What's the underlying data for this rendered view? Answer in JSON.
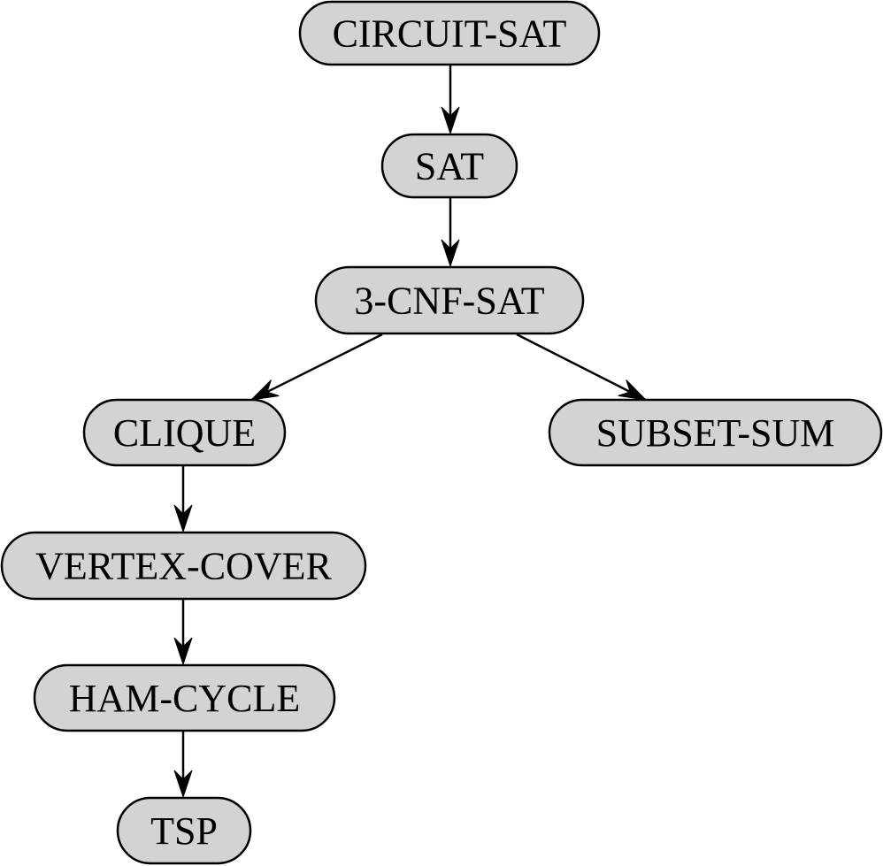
{
  "colors": {
    "node_fill": "#d3d3d3",
    "stroke": "#000000",
    "text": "#000000"
  },
  "nodes": [
    {
      "id": "circuit-sat",
      "label": "CIRCUIT-SAT"
    },
    {
      "id": "sat",
      "label": "SAT"
    },
    {
      "id": "3-cnf-sat",
      "label": "3-CNF-SAT"
    },
    {
      "id": "clique",
      "label": "CLIQUE"
    },
    {
      "id": "subset-sum",
      "label": "SUBSET-SUM"
    },
    {
      "id": "vertex-cover",
      "label": "VERTEX-COVER"
    },
    {
      "id": "ham-cycle",
      "label": "HAM-CYCLE"
    },
    {
      "id": "tsp",
      "label": "TSP"
    }
  ],
  "edges": [
    {
      "from": "circuit-sat",
      "to": "sat"
    },
    {
      "from": "sat",
      "to": "3-cnf-sat"
    },
    {
      "from": "3-cnf-sat",
      "to": "clique"
    },
    {
      "from": "3-cnf-sat",
      "to": "subset-sum"
    },
    {
      "from": "clique",
      "to": "vertex-cover"
    },
    {
      "from": "vertex-cover",
      "to": "ham-cycle"
    },
    {
      "from": "ham-cycle",
      "to": "tsp"
    }
  ]
}
